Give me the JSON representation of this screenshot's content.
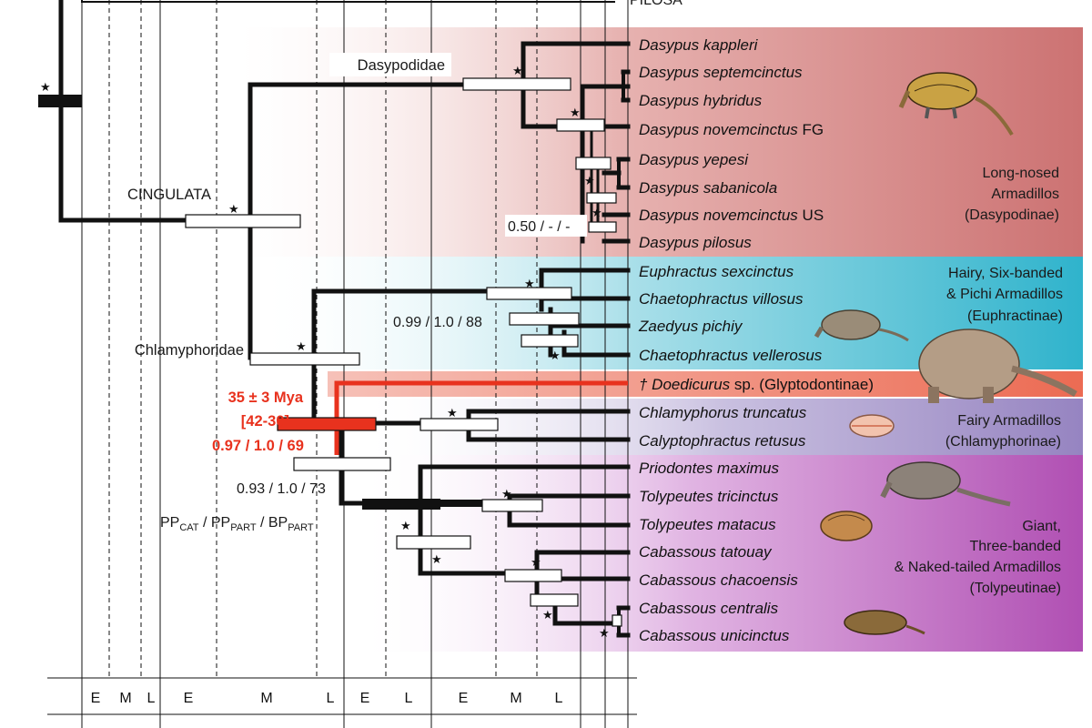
{
  "outgroup_label": "PILOSA",
  "clades": {
    "cingulata": "CINGULATA",
    "dasypodidae": "Dasypodidae",
    "chlamyphoridae": "Chlamyphoridae"
  },
  "taxa": [
    {
      "name": "Dasypus kappleri",
      "suffix": ""
    },
    {
      "name": "Dasypus septemcinctus",
      "suffix": ""
    },
    {
      "name": "Dasypus hybridus",
      "suffix": ""
    },
    {
      "name": "Dasypus novemcinctus",
      "suffix": " FG"
    },
    {
      "name": "Dasypus yepesi",
      "suffix": ""
    },
    {
      "name": "Dasypus sabanicola",
      "suffix": ""
    },
    {
      "name": "Dasypus novemcinctus",
      "suffix": " US"
    },
    {
      "name": "Dasypus pilosus",
      "suffix": ""
    },
    {
      "name": "Euphractus sexcinctus",
      "suffix": ""
    },
    {
      "name": "Chaetophractus villosus",
      "suffix": ""
    },
    {
      "name": "Zaedyus pichiy",
      "suffix": ""
    },
    {
      "name": "Chaetophractus vellerosus",
      "suffix": ""
    },
    {
      "name": "† Doedicurus",
      "suffix": " sp. (Glyptodontinae)"
    },
    {
      "name": "Chlamyphorus truncatus",
      "suffix": ""
    },
    {
      "name": "Calyptophractus retusus",
      "suffix": ""
    },
    {
      "name": "Priodontes maximus",
      "suffix": ""
    },
    {
      "name": "Tolypeutes tricinctus",
      "suffix": ""
    },
    {
      "name": "Tolypeutes matacus",
      "suffix": ""
    },
    {
      "name": "Cabassous tatouay",
      "suffix": ""
    },
    {
      "name": "Cabassous chacoensis",
      "suffix": ""
    },
    {
      "name": "Cabassous centralis",
      "suffix": ""
    },
    {
      "name": "Cabassous unicinctus",
      "suffix": ""
    }
  ],
  "subfamilies": {
    "dasypodinae": [
      "Long-nosed",
      "Armadillos",
      "(Dasypodinae)"
    ],
    "euphractinae": [
      "Hairy, Six-banded",
      "& Pichi Armadillos",
      "(Euphractinae)"
    ],
    "chlamyphorinae": [
      "Fairy Armadillos",
      "(Chlamyphorinae)"
    ],
    "tolypeutinae": [
      "Giant,",
      "Three-banded",
      "& Naked-tailed Armadillos",
      "(Tolypeutinae)"
    ]
  },
  "support_values": {
    "dasypus_node": "0.50 / - / -",
    "euphractinae_node": "0.99 / 1.0 / 88",
    "glyptodont_node": "0.97 / 1.0 / 69",
    "tolypeutinae_node": "0.93 / 1.0 / 73"
  },
  "glyptodont_date": {
    "estimate": "35 ± 3 Mya",
    "interval": "[42-30]"
  },
  "support_legend": {
    "pp": "PP",
    "cat": "CAT",
    "sep1": " / PP",
    "part1": "PART",
    "sep2": " / BP",
    "part2": "PART"
  },
  "epochs": [
    "E",
    "M",
    "L",
    "E",
    "M",
    "L",
    "E",
    "L",
    "E",
    "M",
    "L"
  ],
  "colors": {
    "dasypodinae_bg": "#cf7b7a",
    "euphractinae_bg": "#3fb8d0",
    "glyptodont_bg": "#e8321e",
    "chlamyphorinae_bg": "#9c8cc4",
    "tolypeutinae_bg": "#b45ab7",
    "date_red": "#e8321e"
  }
}
